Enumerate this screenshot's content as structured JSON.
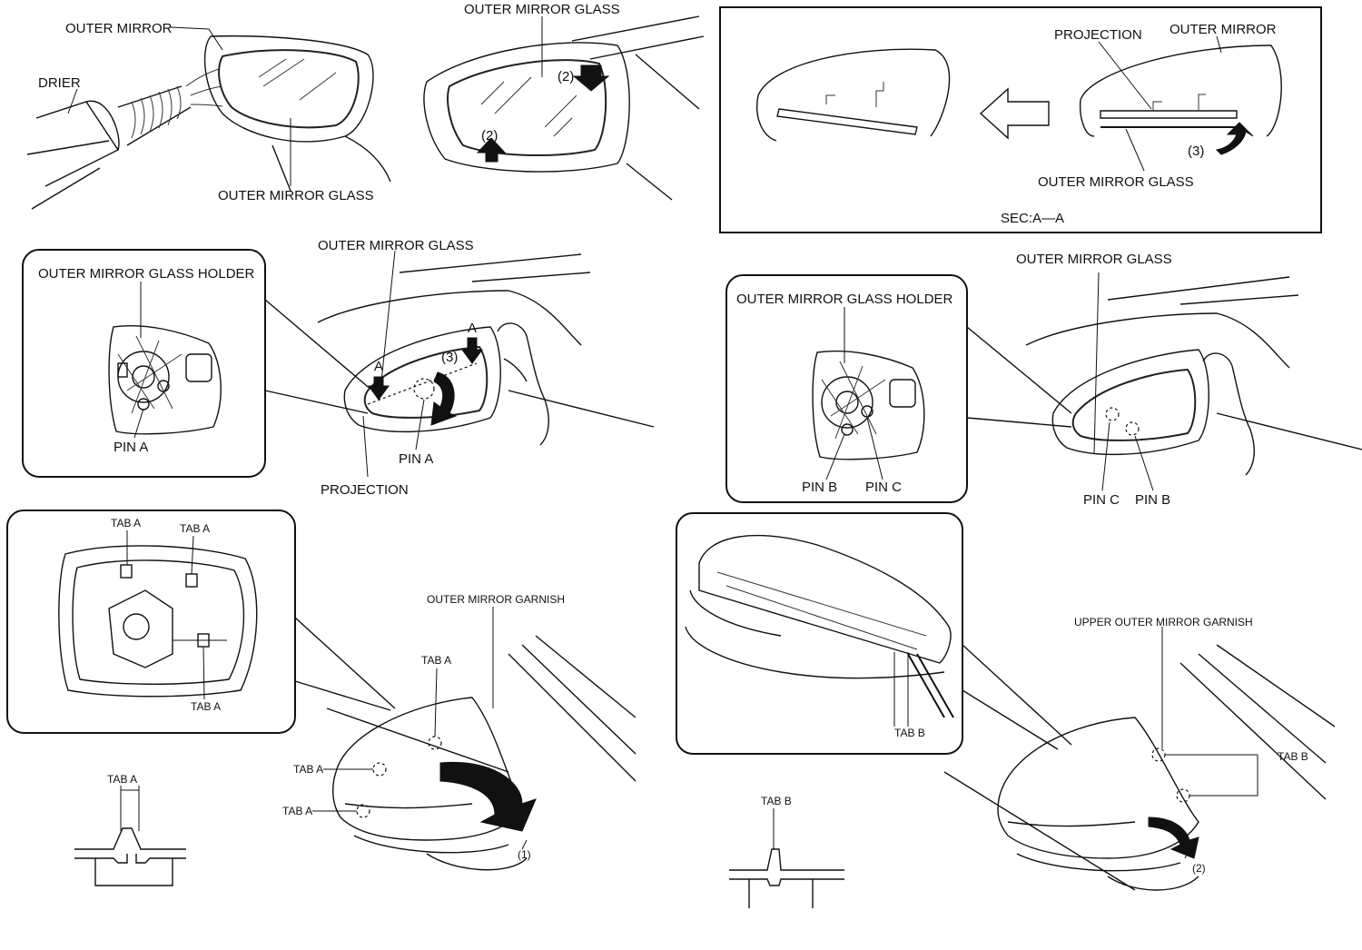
{
  "panel1": {
    "outer_mirror": "OUTER MIRROR",
    "drier": "DRIER",
    "outer_mirror_glass": "OUTER MIRROR GLASS"
  },
  "panel2": {
    "outer_mirror_glass": "OUTER MIRROR GLASS",
    "step_top": "(2)",
    "step_bottom": "(2)"
  },
  "panel3": {
    "projection": "PROJECTION",
    "outer_mirror": "OUTER MIRROR",
    "step": "(3)",
    "outer_mirror_glass": "OUTER MIRROR GLASS",
    "section": "SEC:A—A"
  },
  "panel4": {
    "outer_mirror_glass": "OUTER MIRROR GLASS",
    "holder": "OUTER MIRROR GLASS HOLDER",
    "pin_a_holder": "PIN A",
    "marker_a_left": "A",
    "marker_a_right": "A",
    "step": "(3)",
    "pin_a": "PIN A",
    "projection": "PROJECTION"
  },
  "panel5": {
    "outer_mirror_glass": "OUTER MIRROR GLASS",
    "holder": "OUTER MIRROR GLASS HOLDER",
    "pin_b_holder": "PIN B",
    "pin_c_holder": "PIN C",
    "pin_c": "PIN C",
    "pin_b": "PIN B"
  },
  "panel6": {
    "tab_a_1": "TAB A",
    "tab_a_2": "TAB A",
    "tab_a_3": "TAB A",
    "garnish": "OUTER MIRROR GARNISH",
    "tab_a_4": "TAB A",
    "tab_a_5": "TAB A",
    "tab_a_6": "TAB A",
    "tab_a_detail": "TAB A",
    "step": "(1)"
  },
  "panel7": {
    "tab_b_inset": "TAB B",
    "garnish": "UPPER OUTER MIRROR GARNISH",
    "tab_b": "TAB B",
    "tab_b_detail": "TAB B",
    "step": "(2)"
  }
}
